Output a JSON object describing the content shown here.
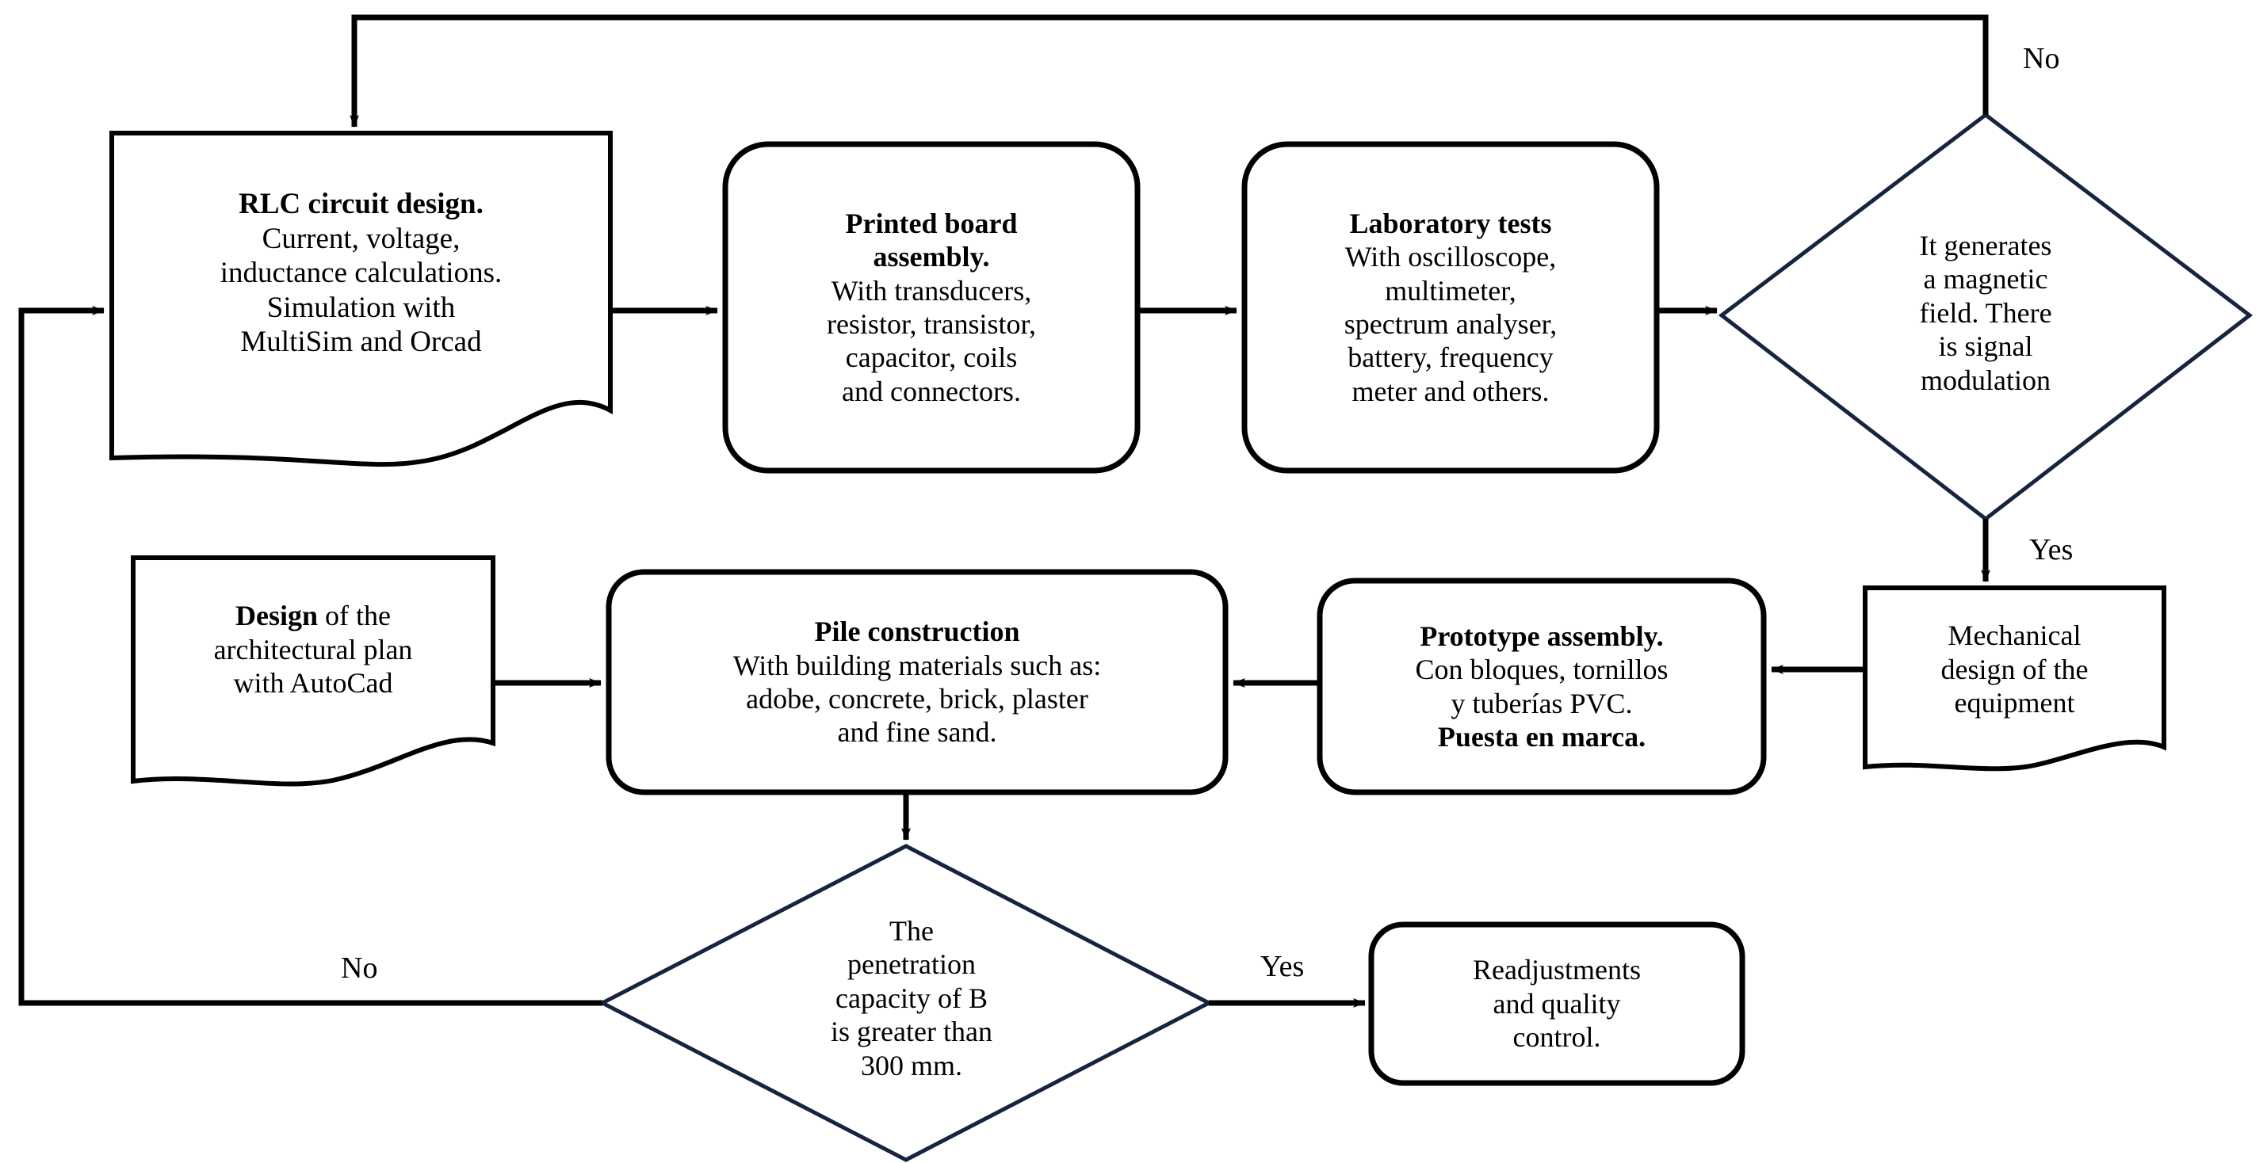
{
  "diagram": {
    "title": "Engineering design and construction process flowchart",
    "colors": {
      "shape_stroke_black": "#000000",
      "decision_stroke_navy": "#16243f",
      "text": "#000000",
      "background": "#ffffff"
    },
    "nodes": [
      {
        "id": "rlc-circuit-design",
        "shape": "document",
        "name": "rlc-circuit-design-node",
        "lines": [
          {
            "text": "RLC circuit design.",
            "bold": true
          },
          {
            "text": "Current, voltage,",
            "bold": false
          },
          {
            "text": "inductance calculations.",
            "bold": false
          },
          {
            "text": "Simulation with",
            "bold": false
          },
          {
            "text": "MultiSim and  Orcad",
            "bold": false
          }
        ]
      },
      {
        "id": "printed-board-assembly",
        "shape": "rounded-rect",
        "name": "printed-board-assembly-node",
        "lines": [
          {
            "text": "Printed board",
            "bold": true
          },
          {
            "text": "assembly.",
            "bold": true
          },
          {
            "text": "With transducers,",
            "bold": false
          },
          {
            "text": "resistor, transistor,",
            "bold": false
          },
          {
            "text": "capacitor, coils",
            "bold": false
          },
          {
            "text": "and connectors.",
            "bold": false
          }
        ]
      },
      {
        "id": "laboratory-tests",
        "shape": "rounded-rect",
        "name": "laboratory-tests-node",
        "lines": [
          {
            "text": "Laboratory tests",
            "bold": true
          },
          {
            "text": "With oscilloscope,",
            "bold": false
          },
          {
            "text": "multimeter,",
            "bold": false
          },
          {
            "text": "spectrum analyser,",
            "bold": false
          },
          {
            "text": "battery, frequency",
            "bold": false
          },
          {
            "text": "meter and others.",
            "bold": false
          }
        ]
      },
      {
        "id": "magnetic-field-decision",
        "shape": "diamond",
        "name": "magnetic-field-decision-node",
        "lines": [
          {
            "text": "It generates",
            "bold": false
          },
          {
            "text": "a magnetic",
            "bold": false
          },
          {
            "text": "field. There",
            "bold": false
          },
          {
            "text": "is signal",
            "bold": false
          },
          {
            "text": "modulation",
            "bold": false
          }
        ]
      },
      {
        "id": "mechanical-design",
        "shape": "document",
        "name": "mechanical-design-node",
        "lines": [
          {
            "text": "Mechanical",
            "bold": false
          },
          {
            "text": "design of the",
            "bold": false
          },
          {
            "text": "equipment",
            "bold": false
          }
        ]
      },
      {
        "id": "prototype-assembly",
        "shape": "rounded-rect",
        "name": "prototype-assembly-node",
        "lines": [
          {
            "text": "Prototype assembly.",
            "bold": true
          },
          {
            "text": "Con bloques, tornillos",
            "bold": false
          },
          {
            "text": "y tuberías PVC.",
            "bold": false
          },
          {
            "text": "Puesta en marca.",
            "bold": true
          }
        ]
      },
      {
        "id": "pile-construction",
        "shape": "rounded-rect",
        "name": "pile-construction-node",
        "lines": [
          {
            "text": "Pile construction",
            "bold": true
          },
          {
            "text": "With building materials such as:",
            "bold": false
          },
          {
            "text": "adobe, concrete, brick, plaster",
            "bold": false
          },
          {
            "text": "and fine sand.",
            "bold": false
          }
        ]
      },
      {
        "id": "architectural-design",
        "shape": "document",
        "name": "architectural-design-node",
        "lines_rich": [
          {
            "parts": [
              {
                "text": "Design",
                "bold": true
              },
              {
                "text": " of the",
                "bold": false
              }
            ]
          },
          {
            "parts": [
              {
                "text": "architectural plan",
                "bold": false
              }
            ]
          },
          {
            "parts": [
              {
                "text": "with AutoCad",
                "bold": false
              }
            ]
          }
        ]
      },
      {
        "id": "penetration-decision",
        "shape": "diamond",
        "name": "penetration-capacity-decision-node",
        "lines": [
          {
            "text": "The",
            "bold": false
          },
          {
            "text": "penetration",
            "bold": false
          },
          {
            "text": "capacity of B",
            "bold": false
          },
          {
            "text": "is greater than",
            "bold": false
          },
          {
            "text": "300 mm.",
            "bold": false
          }
        ]
      },
      {
        "id": "readjustments",
        "shape": "rounded-rect",
        "name": "readjustments-node",
        "lines": [
          {
            "text": "Readjustments",
            "bold": false
          },
          {
            "text": "and quality",
            "bold": false
          },
          {
            "text": "control.",
            "bold": false
          }
        ]
      }
    ],
    "edge_labels": [
      {
        "id": "no-top",
        "text": "No",
        "name": "edge-label-no-top"
      },
      {
        "id": "yes-right",
        "text": "Yes",
        "name": "edge-label-yes-right"
      },
      {
        "id": "no-bottom",
        "text": "No",
        "name": "edge-label-no-bottom"
      },
      {
        "id": "yes-bottom",
        "text": "Yes",
        "name": "edge-label-yes-bottom"
      }
    ]
  }
}
